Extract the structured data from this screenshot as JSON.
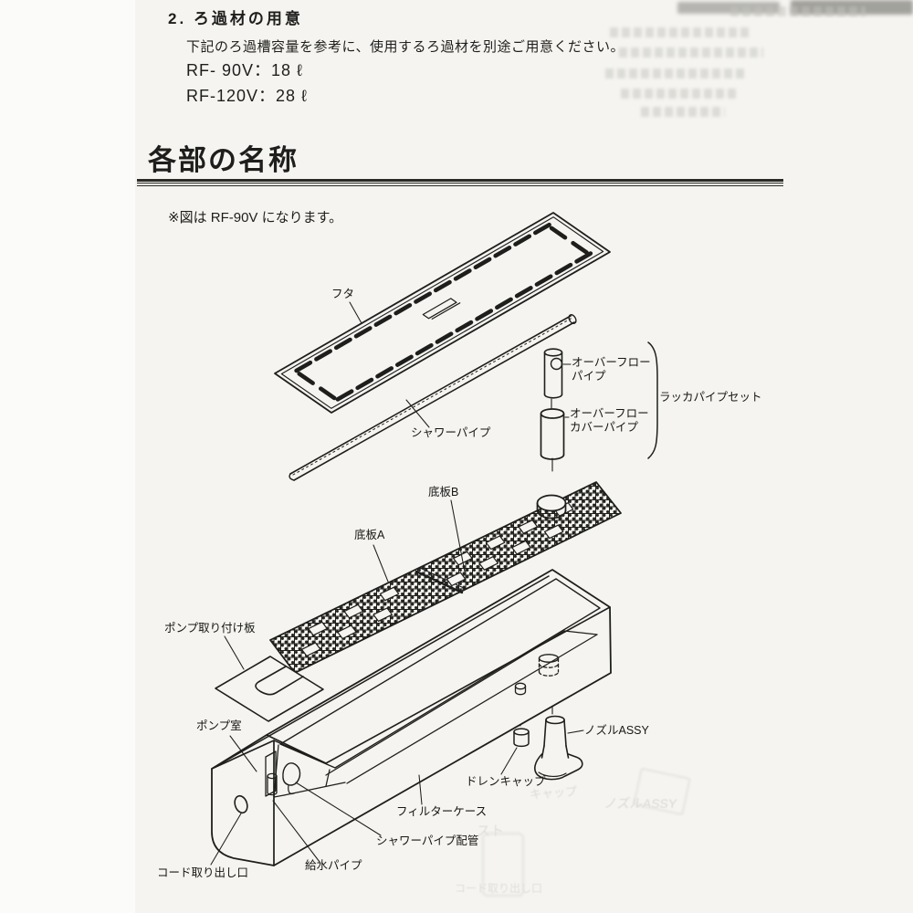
{
  "colors": {
    "paper": "#f5f4f1",
    "ink": "#1e1e1c",
    "ghost": "#c7c7c1"
  },
  "prep": {
    "heading": "2. ろ過材の用意",
    "instruction": "下記のろ過槽容量を参考に、使用するろ過材を別途ご用意ください。",
    "capacity_lines": [
      "RF- 90V：18 ℓ",
      "RF-120V：28 ℓ"
    ]
  },
  "section": {
    "title": "各部の名称",
    "note": "※図は RF-90V になります。"
  },
  "diagram": {
    "labels": {
      "lid": "フタ",
      "shower_pipe": "シャワーパイプ",
      "overflow_pipe": "オーバーフロー\nパイプ",
      "overflow_cover_pipe": "オーバーフロー\nカバーパイプ",
      "pipe_set": "ラッカパイプセット",
      "bottom_plate_b": "底板B",
      "bottom_plate_a": "底板A",
      "pump_mount_plate": "ポンプ取り付け板",
      "pump_chamber": "ポンプ室",
      "nozzle_assy": "ノズルASSY",
      "drain_cap": "ドレンキャップ",
      "filter_case": "フィルターケース",
      "shower_pipe_piping": "シャワーパイプ配管",
      "water_supply_pipe": "給水パイプ",
      "cord_outlet": "コード取り出し口"
    },
    "ghost_labels": {
      "nozzle_assy": "ノズルASSY",
      "drain_cap": "キャップ",
      "misc": "スト",
      "cord_outlet": "コード取り出し口"
    }
  }
}
